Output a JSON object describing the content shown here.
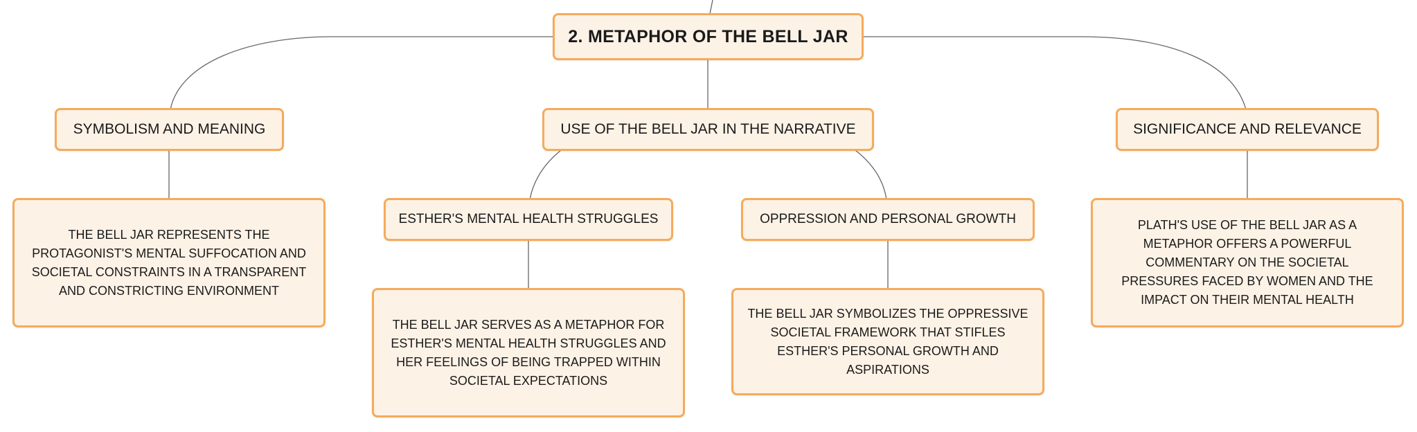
{
  "colors": {
    "node_fill": "#fdf2e6",
    "node_border": "#f5ab5a",
    "connector": "#666666",
    "text": "#1a1a1a"
  },
  "root": {
    "title": "2. METAPHOR OF THE BELL JAR"
  },
  "branches": {
    "symbolism": {
      "label": "SYMBOLISM AND MEANING",
      "detail": "THE BELL JAR REPRESENTS THE PROTAGONIST'S MENTAL SUFFOCATION AND SOCIETAL CONSTRAINTS IN A TRANSPARENT AND CONSTRICTING ENVIRONMENT"
    },
    "narrative": {
      "label": "USE OF THE BELL JAR IN THE NARRATIVE",
      "children": {
        "mental_health": {
          "label": "ESTHER'S MENTAL HEALTH STRUGGLES",
          "detail": "THE BELL JAR SERVES AS A METAPHOR FOR ESTHER'S MENTAL HEALTH STRUGGLES AND HER FEELINGS OF BEING TRAPPED WITHIN SOCIETAL EXPECTATIONS"
        },
        "oppression": {
          "label": "OPPRESSION AND PERSONAL GROWTH",
          "detail": "THE BELL JAR SYMBOLIZES THE OPPRESSIVE SOCIETAL FRAMEWORK THAT STIFLES ESTHER'S PERSONAL GROWTH AND ASPIRATIONS"
        }
      }
    },
    "significance": {
      "label": "SIGNIFICANCE AND RELEVANCE",
      "detail": "PLATH'S USE OF THE BELL JAR AS A METAPHOR OFFERS A POWERFUL COMMENTARY ON THE SOCIETAL PRESSURES FACED BY WOMEN AND THE IMPACT ON THEIR MENTAL HEALTH"
    }
  }
}
